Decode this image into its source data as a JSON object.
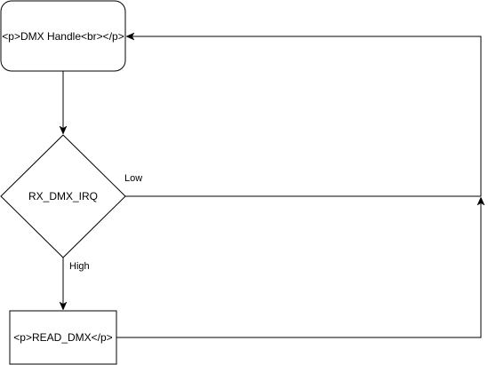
{
  "diagram": {
    "nodes": {
      "dmx_handle": {
        "label": "<p>DMX Handle<br></p>",
        "shape": "rounded-rectangle"
      },
      "rx_dmx_irq": {
        "label": "RX_DMX_IRQ",
        "shape": "diamond"
      },
      "read_dmx": {
        "label": "<p>READ_DMX</p>",
        "shape": "rectangle"
      }
    },
    "edges": {
      "low_label": "Low",
      "high_label": "High"
    },
    "colors": {
      "stroke": "#000000",
      "fill": "#ffffff",
      "text": "#000000"
    }
  }
}
